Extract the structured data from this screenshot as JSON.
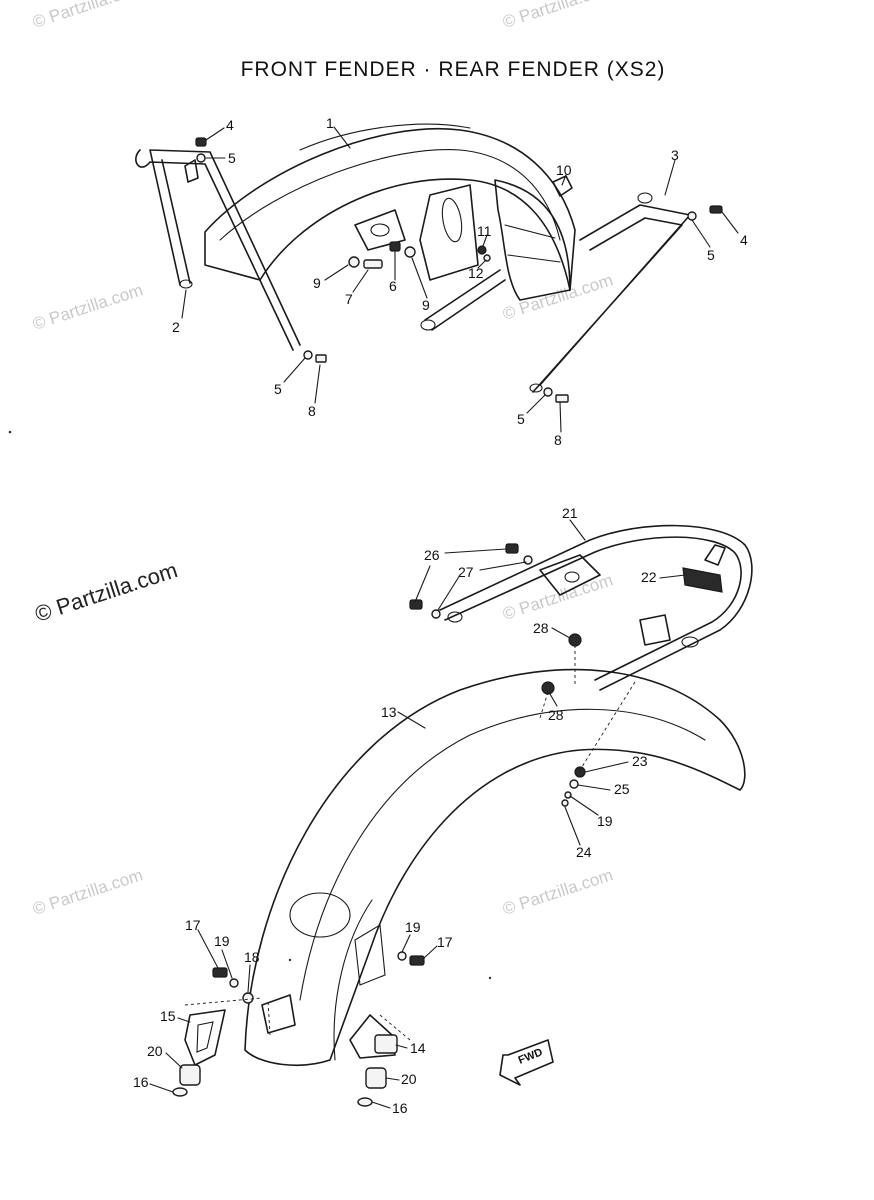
{
  "title": "FRONT FENDER · REAR FENDER (XS2)",
  "watermark": "© Partzilla.com",
  "watermark_faint": "© Partzilla.com",
  "fwd_label": "FWD",
  "callouts": {
    "c1": "1",
    "c2": "2",
    "c3": "3",
    "c4a": "4",
    "c4b": "4",
    "c5a": "5",
    "c5b": "5",
    "c5c": "5",
    "c5d": "5",
    "c6": "6",
    "c7": "7",
    "c8a": "8",
    "c8b": "8",
    "c9a": "9",
    "c9b": "9",
    "c10": "10",
    "c11": "11",
    "c12": "12",
    "c13": "13",
    "c14": "14",
    "c15": "15",
    "c16a": "16",
    "c16b": "16",
    "c17a": "17",
    "c17b": "17",
    "c18": "18",
    "c19a": "19",
    "c19b": "19",
    "c19c": "19",
    "c20a": "20",
    "c20b": "20",
    "c21": "21",
    "c22": "22",
    "c23": "23",
    "c24": "24",
    "c25": "25",
    "c26": "26",
    "c27": "27",
    "c28a": "28",
    "c28b": "28"
  },
  "colors": {
    "ink": "#1a1a1a",
    "watermark": "#c9c9c9",
    "background": "#ffffff"
  }
}
